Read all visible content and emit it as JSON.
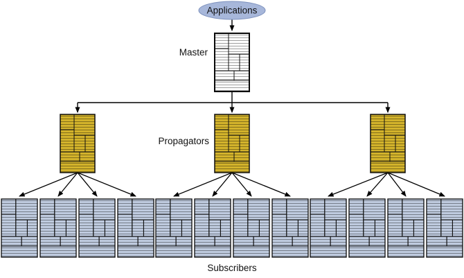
{
  "diagram": {
    "title": "Replication topology diagram",
    "nodes": {
      "applications": {
        "label": "Applications"
      },
      "master": {
        "label": "Master"
      },
      "propagators": {
        "label": "Propagators"
      },
      "subscribers": {
        "label": "Subscribers"
      }
    },
    "counts": {
      "masters": 1,
      "propagators": 3,
      "subscribers_per_propagator": 4,
      "subscribers_total": 12
    },
    "colors": {
      "applications_fill": "#a7b7da",
      "applications_stroke": "#7d91bd",
      "master_fill": "#ffffff",
      "propagator_fill": "#d3b32b",
      "subscriber_fill": "#bfcbdf",
      "line": "#000000"
    }
  }
}
